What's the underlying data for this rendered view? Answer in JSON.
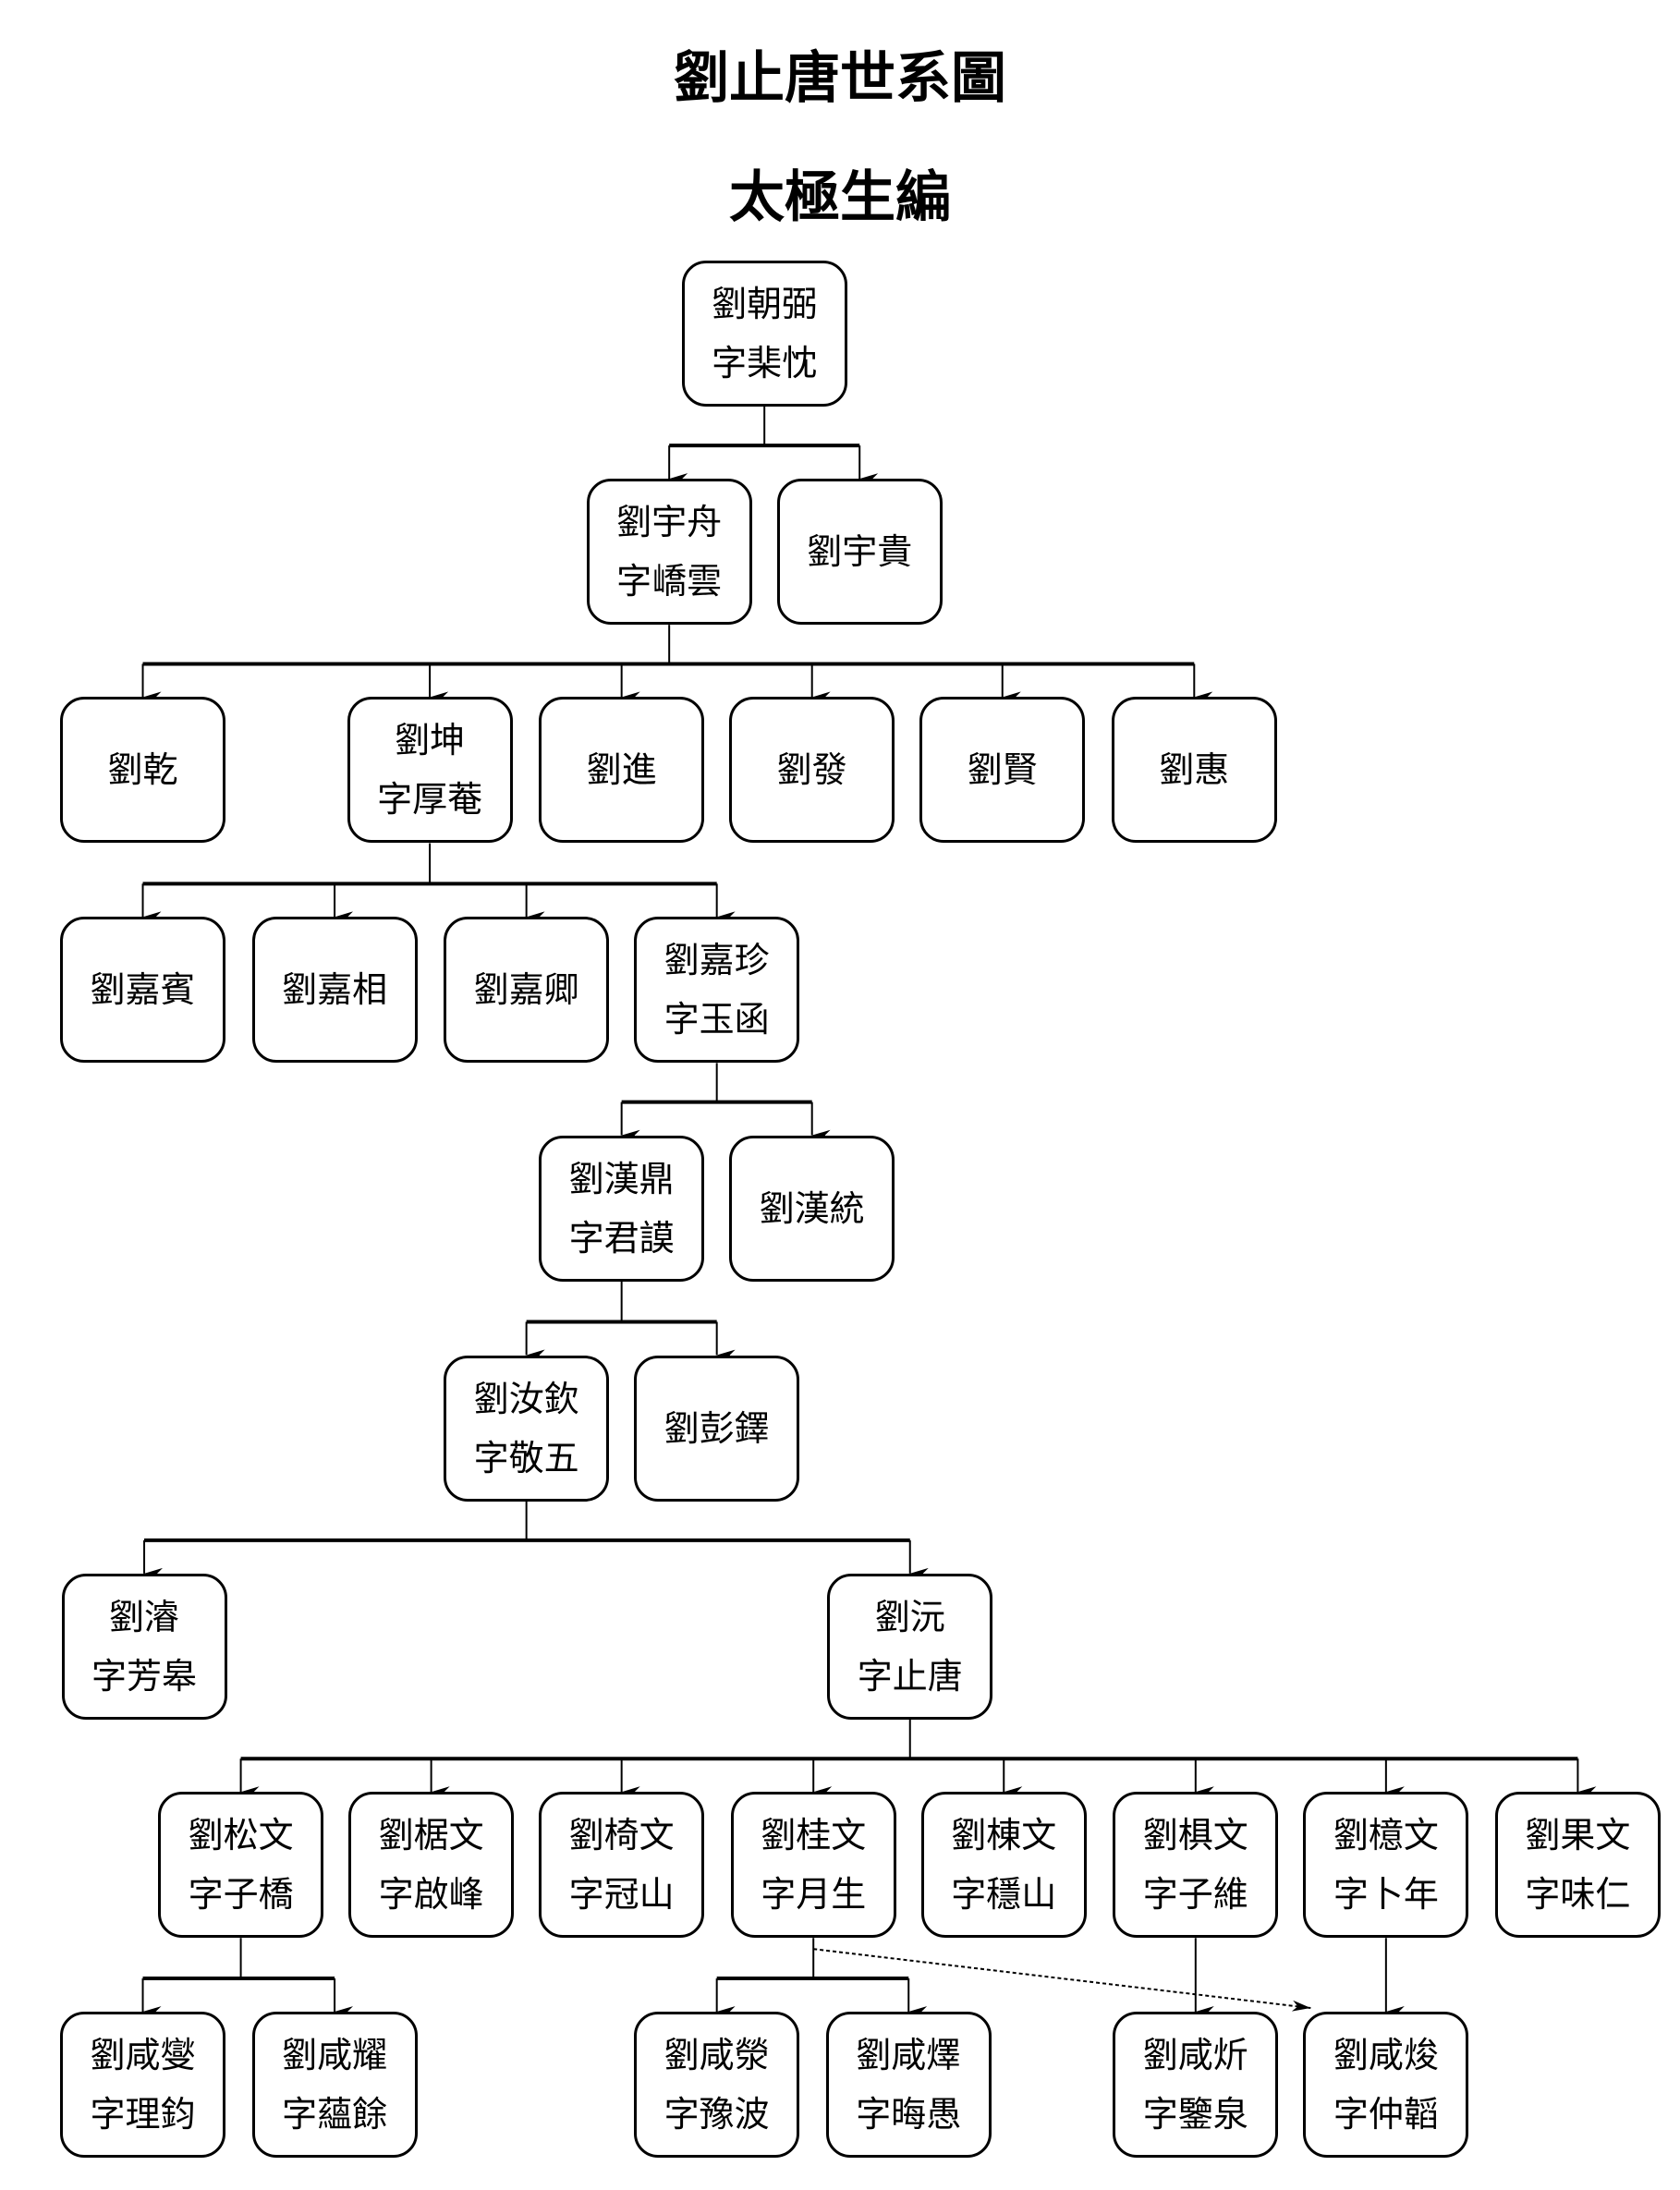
{
  "title": "劉止唐世系圖",
  "subtitle": "太極生編",
  "nodes": [
    {
      "name": "劉朝弼",
      "zi": "字棐忱"
    },
    {
      "name": "劉宇舟",
      "zi": "字嶠雲"
    },
    {
      "name": "劉宇貴",
      "zi": ""
    },
    {
      "name": "劉乾",
      "zi": ""
    },
    {
      "name": "劉坤",
      "zi": "字厚菴"
    },
    {
      "name": "劉進",
      "zi": ""
    },
    {
      "name": "劉發",
      "zi": ""
    },
    {
      "name": "劉賢",
      "zi": ""
    },
    {
      "name": "劉惠",
      "zi": ""
    },
    {
      "name": "劉嘉賓",
      "zi": ""
    },
    {
      "name": "劉嘉相",
      "zi": ""
    },
    {
      "name": "劉嘉卿",
      "zi": ""
    },
    {
      "name": "劉嘉珍",
      "zi": "字玉函"
    },
    {
      "name": "劉漢鼎",
      "zi": "字君謨"
    },
    {
      "name": "劉漢統",
      "zi": ""
    },
    {
      "name": "劉汝欽",
      "zi": "字敬五"
    },
    {
      "name": "劉彭鐸",
      "zi": ""
    },
    {
      "name": "劉濬",
      "zi": "字芳皋"
    },
    {
      "name": "劉沅",
      "zi": "字止唐"
    },
    {
      "name": "劉松文",
      "zi": "字子橋"
    },
    {
      "name": "劉椐文",
      "zi": "字啟峰"
    },
    {
      "name": "劉椅文",
      "zi": "字冠山"
    },
    {
      "name": "劉桂文",
      "zi": "字月生"
    },
    {
      "name": "劉棟文",
      "zi": "字穩山"
    },
    {
      "name": "劉椇文",
      "zi": "字子維"
    },
    {
      "name": "劉檍文",
      "zi": "字卜年"
    },
    {
      "name": "劉果文",
      "zi": "字味仁"
    },
    {
      "name": "劉咸燮",
      "zi": "字理鈞"
    },
    {
      "name": "劉咸耀",
      "zi": "字蘊餘"
    },
    {
      "name": "劉咸滎",
      "zi": "字豫波"
    },
    {
      "name": "劉咸燡",
      "zi": "字晦愚"
    },
    {
      "name": "劉咸炘",
      "zi": "字鑒泉"
    },
    {
      "name": "劉咸焌",
      "zi": "字仲韜"
    }
  ],
  "edges": [
    [
      0,
      [
        1,
        2
      ]
    ],
    [
      1,
      [
        3,
        4,
        5,
        6,
        7,
        8
      ]
    ],
    [
      4,
      [
        9,
        10,
        11,
        12
      ]
    ],
    [
      12,
      [
        13,
        14
      ]
    ],
    [
      13,
      [
        15,
        16
      ]
    ],
    [
      15,
      [
        17,
        18
      ]
    ],
    [
      18,
      [
        19,
        20,
        21,
        22,
        23,
        24,
        25,
        26
      ]
    ],
    [
      19,
      [
        27,
        28
      ]
    ],
    [
      22,
      [
        29,
        30
      ]
    ],
    [
      24,
      [
        31
      ]
    ],
    [
      25,
      [
        32
      ]
    ]
  ],
  "dotted_edges": [
    [
      22,
      32
    ]
  ]
}
